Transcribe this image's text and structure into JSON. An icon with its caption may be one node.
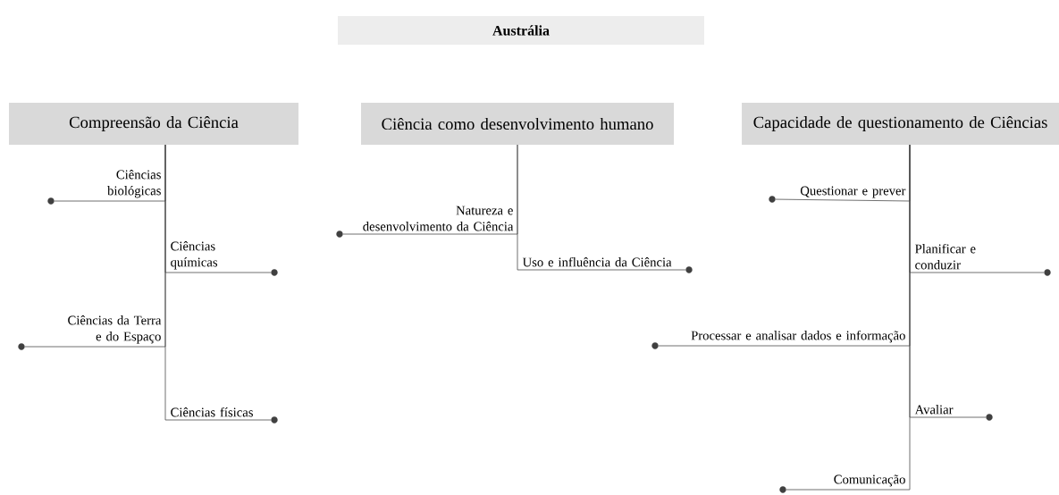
{
  "diagram": {
    "title": "Austrália",
    "nodes": [
      {
        "text": [
          "Compreensão da Ciência"
        ]
      },
      {
        "text": [
          "Ciência como desenvolvimento humano"
        ]
      },
      {
        "text": [
          "Capacidade de questionamento de Ciências"
        ]
      },
      {
        "text": [],
        "shape": "circle"
      },
      {
        "text": [],
        "shape": "circle"
      },
      {
        "text": [],
        "shape": "circle"
      },
      {
        "text": [],
        "shape": "circle"
      },
      {
        "text": [],
        "shape": "circle"
      },
      {
        "text": [],
        "shape": "circle"
      },
      {
        "text": [],
        "shape": "circle"
      },
      {
        "text": [],
        "shape": "circle"
      },
      {
        "text": [],
        "shape": "circle"
      },
      {
        "text": [],
        "shape": "circle"
      },
      {
        "text": [],
        "shape": "circle"
      }
    ],
    "edges": [
      {
        "from": 0,
        "to": 3,
        "arrow": "none",
        "label": "Ciências biológicas"
      },
      {
        "from": 0,
        "to": 4,
        "arrow": "none",
        "label": "Ciências químicas"
      },
      {
        "from": 0,
        "to": 5,
        "arrow": "none",
        "label": "Ciências da Terra e do Espaço"
      },
      {
        "from": 0,
        "to": 6,
        "arrow": "none",
        "label": "Ciências físicas"
      },
      {
        "from": 1,
        "to": 7,
        "arrow": "none",
        "label": "Natureza e desenvolvimento da Ciência"
      },
      {
        "from": 1,
        "to": 8,
        "arrow": "none",
        "label": "Uso e influência da Ciência"
      },
      {
        "from": 2,
        "to": 9,
        "arrow": "none",
        "label": "Questionar e prever"
      },
      {
        "from": 2,
        "to": 10,
        "arrow": "none",
        "label": "Planificar e conduzir"
      },
      {
        "from": 2,
        "to": 11,
        "arrow": "none",
        "label": "Processar e analisar dados e informação"
      },
      {
        "from": 2,
        "to": 12,
        "arrow": "none",
        "label": "Avaliar"
      },
      {
        "from": 2,
        "to": 13,
        "arrow": "none",
        "label": "Comunicação"
      }
    ]
  }
}
